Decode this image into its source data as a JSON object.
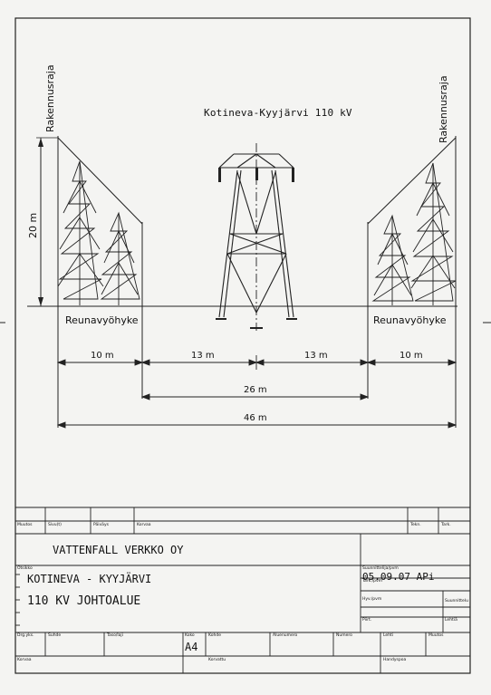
{
  "drawing": {
    "title": "Kotineva-Kyyjärvi 110 kV",
    "left_limit_label": "Rakennusraja",
    "right_limit_label": "Rakennusraja",
    "height_label": "20 m",
    "left_zone_label": "Reunavyöhyke",
    "right_zone_label": "Reunavyöhyke",
    "dimensions": {
      "left_edge": "10 m",
      "left_center": "13 m",
      "right_center": "13 m",
      "right_edge": "10 m",
      "inner_total": "26 m",
      "total": "46 m"
    }
  },
  "revision_row": {
    "muutos": "Muutos",
    "sivu": "Sivu(t)",
    "paivays": "Päiväys",
    "korvaa": "Korvaa",
    "tekn": "Tekn.",
    "tark": "Tark."
  },
  "title_block": {
    "company": "VATTENFALL VERKKO OY",
    "otsikko_label": "Otsikko",
    "title_line1": "KOTINEVA - KYYJÄRVI",
    "title_line2": "110 KV JOHTOALUE",
    "suunnittelija_label": "Suunnittelija/pvm",
    "suunnittelija_value": "05.09.07 APi",
    "tark_label": "Tark./pvm",
    "hyv_label": "Hyv./pvm",
    "hyv_value": "",
    "suunnittelu_label": "Suunnittelu",
    "pari_label": "Piirt.",
    "lehtiä_label": "Lehtiä",
    "drg_label": "Drg.yks.",
    "suhde_label": "Suhde",
    "taso_label": "Taso/laji",
    "koko_label": "Koko",
    "koko_value": "A4",
    "kohde_label": "Kohde",
    "aluenumero_label": "Aluenumero",
    "numero_label": "Numero",
    "lehti_label": "Lehti",
    "muutos_label": "Muutos",
    "korvaa_label": "Korvaa",
    "korvattu_label": "Korvattu",
    "handyspoa_label": "Handyspoa"
  }
}
